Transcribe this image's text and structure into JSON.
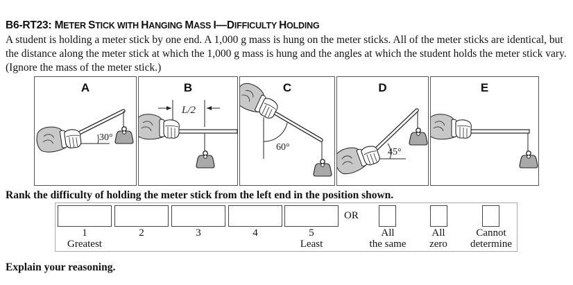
{
  "header": {
    "code": "B6-RT23:",
    "title_parts": [
      {
        "big": "M",
        "small": "ETER "
      },
      {
        "big": "S",
        "small": "TICK WITH "
      },
      {
        "big": "H",
        "small": "ANGING "
      },
      {
        "big": "M",
        "small": "ASS "
      },
      {
        "big": "I—D",
        "small": "IFFICULTY "
      },
      {
        "big": "H",
        "small": "OLDING"
      }
    ]
  },
  "intro": "A student is holding a meter stick by one end. A 1,000 g mass is hung on the meter sticks. All of the meter sticks are identical, but the distance along the meter stick at which the 1,000 g mass is hung and the angles at which the student holds the meter stick vary. (Ignore the mass of the meter stick.)",
  "panels": [
    {
      "label": "A",
      "angle_label": "30°",
      "description": "stick raised 30° above horizontal, mass hung at far end"
    },
    {
      "label": "B",
      "dimension_label": "L/2",
      "description": "horizontal stick, mass hung at midpoint"
    },
    {
      "label": "C",
      "angle_label": "60°",
      "description": "stick angled downward 60° from vertical, mass hung at far end"
    },
    {
      "label": "D",
      "angle_label": "45°",
      "description": "stick raised 45° above horizontal, mass hung at far end"
    },
    {
      "label": "E",
      "description": "horizontal stick, mass hung at far end"
    }
  ],
  "prompt": "Rank the difficulty of holding the meter stick from the left end in the position shown.",
  "ranking": {
    "slots": [
      {
        "number": "1",
        "sub": "Greatest",
        "value": ""
      },
      {
        "number": "2",
        "sub": "",
        "value": ""
      },
      {
        "number": "3",
        "sub": "",
        "value": ""
      },
      {
        "number": "4",
        "sub": "",
        "value": ""
      },
      {
        "number": "5",
        "sub": "Least",
        "value": ""
      }
    ],
    "or_label": "OR",
    "options": [
      {
        "line1": "All",
        "line2": "the same",
        "checked": false
      },
      {
        "line1": "All",
        "line2": "zero",
        "checked": false
      },
      {
        "line1": "Cannot",
        "line2": "determine",
        "checked": false
      }
    ]
  },
  "explain": "Explain your reasoning.",
  "colors": {
    "mass_fill": "#a9a9a9",
    "sleeve_fill": "#c8c8c8",
    "outline": "#222222"
  }
}
